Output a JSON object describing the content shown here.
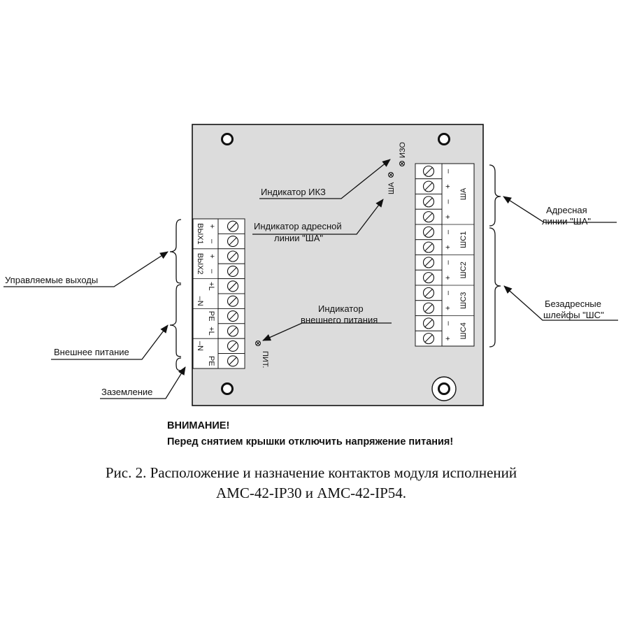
{
  "labels": {
    "ikz_indicator": "Индикатор ИКЗ",
    "address_indicator_1": "Индикатор адресной",
    "address_indicator_2": "линии \"ША\"",
    "ext_power_indicator_1": "Индикатор",
    "ext_power_indicator_2": "внешнего питания",
    "controlled_outputs": "Управляемые выходы",
    "external_power": "Внешнее питание",
    "grounding": "Заземление",
    "address_line_1": "Адресная",
    "address_line_2": "линии \"ША\"",
    "nonaddress_loops_1": "Безадресные",
    "nonaddress_loops_2": "шлейфы \"ШС\""
  },
  "board": {
    "izo_label": "ИЗО",
    "sha_label": "ША",
    "pit_label": "ПИТ.",
    "left_groups": [
      "ВЫХ1",
      "ВЫХ2",
      "+L",
      "–N",
      "PE",
      "+L",
      "–N",
      "PE"
    ],
    "left_pins": [
      "+",
      "–",
      "+",
      "–"
    ],
    "right_groups": [
      "ША",
      "ШС1",
      "ШС2",
      "ШС3",
      "ШС4"
    ],
    "right_pins": [
      "–",
      "+",
      "–",
      "+",
      "–",
      "+",
      "–",
      "+",
      "–",
      "+",
      "–",
      "+"
    ]
  },
  "warning": {
    "title": "ВНИМАНИЕ!",
    "text": "Перед снятием крышки отключить напряжение питания!"
  },
  "caption": {
    "line1": "Рис. 2. Расположение и назначение контактов модуля исполнений",
    "line2": "АМС-42-IP30 и АМС-42-IP54."
  }
}
